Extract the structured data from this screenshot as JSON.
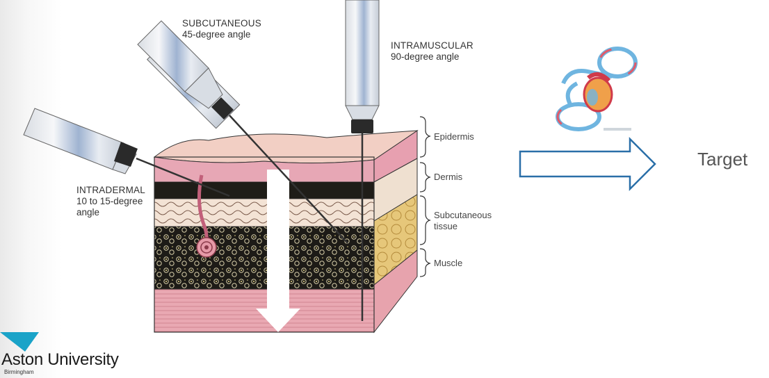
{
  "labels": {
    "subcutaneous_title": "SUBCUTANEOUS",
    "subcutaneous_angle": "45-degree angle",
    "intramuscular_title": "INTRAMUSCULAR",
    "intramuscular_angle": "90-degree angle",
    "intradermal_title": "INTRADERMAL",
    "intradermal_angle_1": "10 to 15-degree",
    "intradermal_angle_2": "angle"
  },
  "layers": {
    "epidermis": "Epidermis",
    "dermis": "Dermis",
    "subcutaneous_1": "Subcutaneous",
    "subcutaneous_2": "tissue",
    "muscle": "Muscle"
  },
  "target": "Target",
  "logo": {
    "name": "Aston University",
    "city": "Birmingham"
  },
  "colors": {
    "arrow": "#2a6fa8",
    "logo_triangle": "#1aa3c8",
    "skin": "#f2cfc4",
    "dermis_pink": "#e7a7b5",
    "fat_dark": "#1f1d18",
    "muscle": "#e7a3ad"
  }
}
